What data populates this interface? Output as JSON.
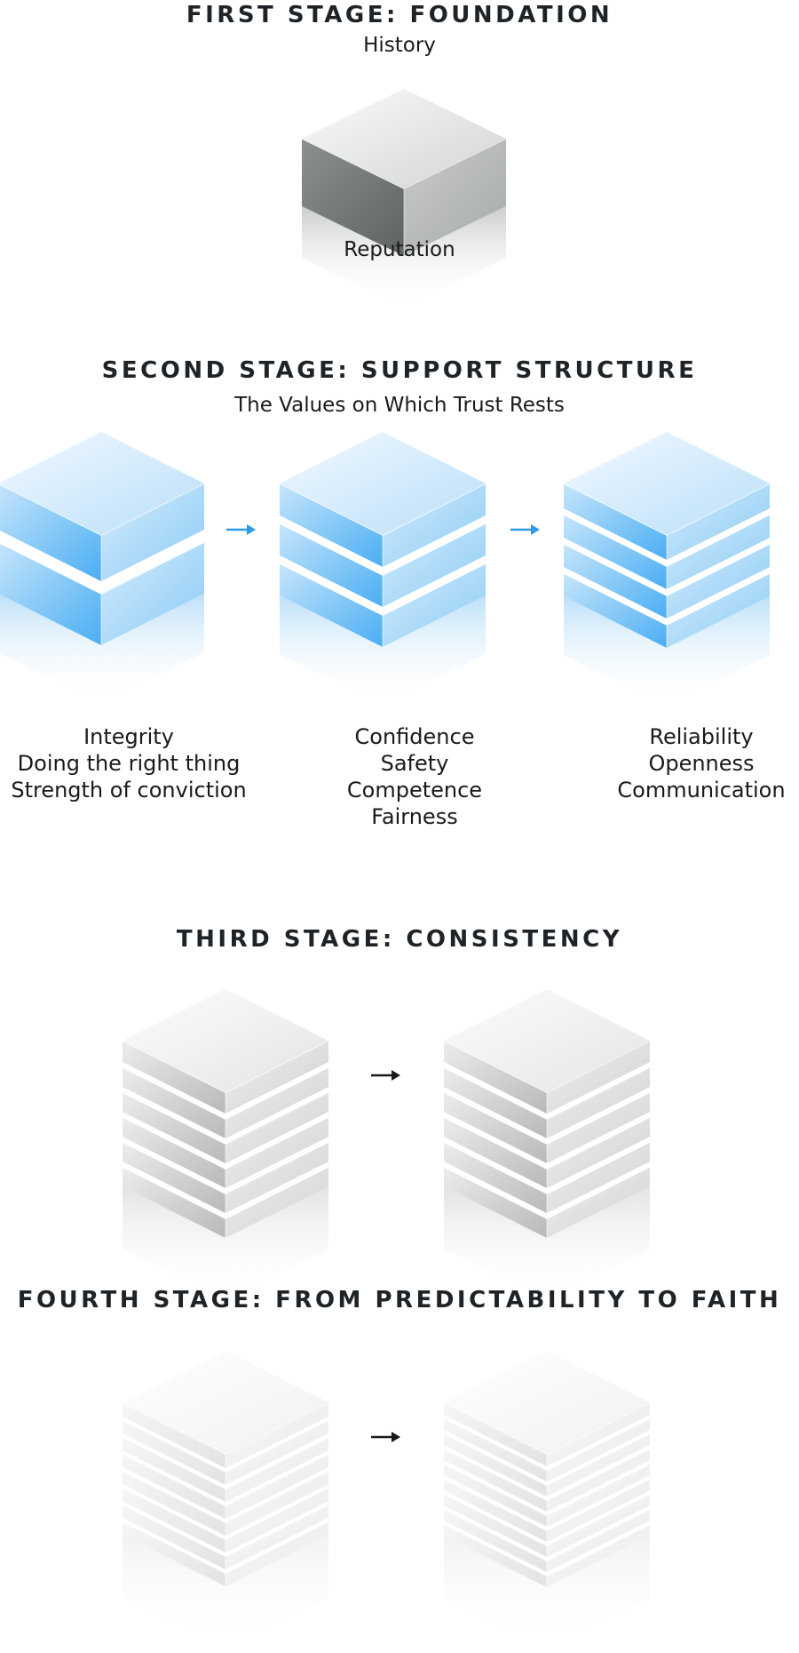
{
  "stage1": {
    "title": "FIRST STAGE: FOUNDATION",
    "subtitle": "History",
    "caption": "Reputation"
  },
  "stage2": {
    "title": "SECOND STAGE: SUPPORT STRUCTURE",
    "subtitle": "The Values on Which Trust Rests",
    "columns": [
      {
        "lines": [
          "Integrity",
          "Doing the right thing",
          "Strength of conviction"
        ]
      },
      {
        "lines": [
          "Confidence",
          "Safety",
          "Competence",
          "Fairness"
        ]
      },
      {
        "lines": [
          "Reliability",
          "Openness",
          "Communication"
        ]
      }
    ]
  },
  "stage3": {
    "title": "THIRD STAGE: CONSISTENCY"
  },
  "stage4": {
    "title": "FOURTH STAGE: FROM PREDICTABILITY TO FAITH"
  },
  "colors": {
    "blue_arrow": "#2b9be8",
    "black_arrow": "#1a1a1a"
  },
  "icons": [
    "right-arrow-icon"
  ]
}
